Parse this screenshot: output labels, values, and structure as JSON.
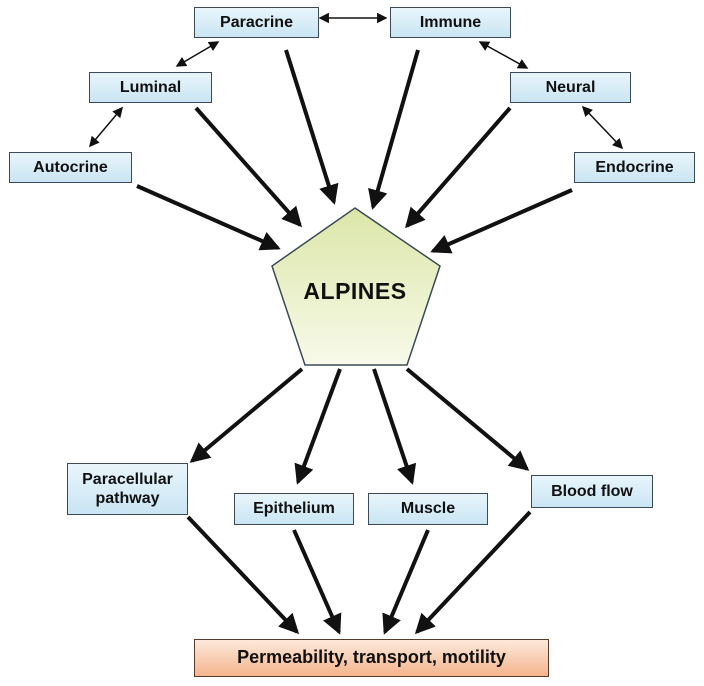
{
  "center": {
    "label": "ALPINES"
  },
  "inputs": {
    "paracrine": "Paracrine",
    "immune": "Immune",
    "luminal": "Luminal",
    "neural": "Neural",
    "autocrine": "Autocrine",
    "endocrine": "Endocrine"
  },
  "targets": {
    "paracellular": "Paracellular pathway",
    "epithelium": "Epithelium",
    "muscle": "Muscle",
    "blood_flow": "Blood flow"
  },
  "output": {
    "label": "Permeability, transport, motility"
  },
  "colors": {
    "box_fill_top": "#e9f5fb",
    "box_fill_bottom": "#c9e5f3",
    "pentagon_fill_top": "#dfe8b2",
    "pentagon_fill_bottom": "#f7f9e8",
    "output_fill_top": "#fde9dc",
    "output_fill_bottom": "#f4b48c",
    "arrow": "#111111"
  }
}
